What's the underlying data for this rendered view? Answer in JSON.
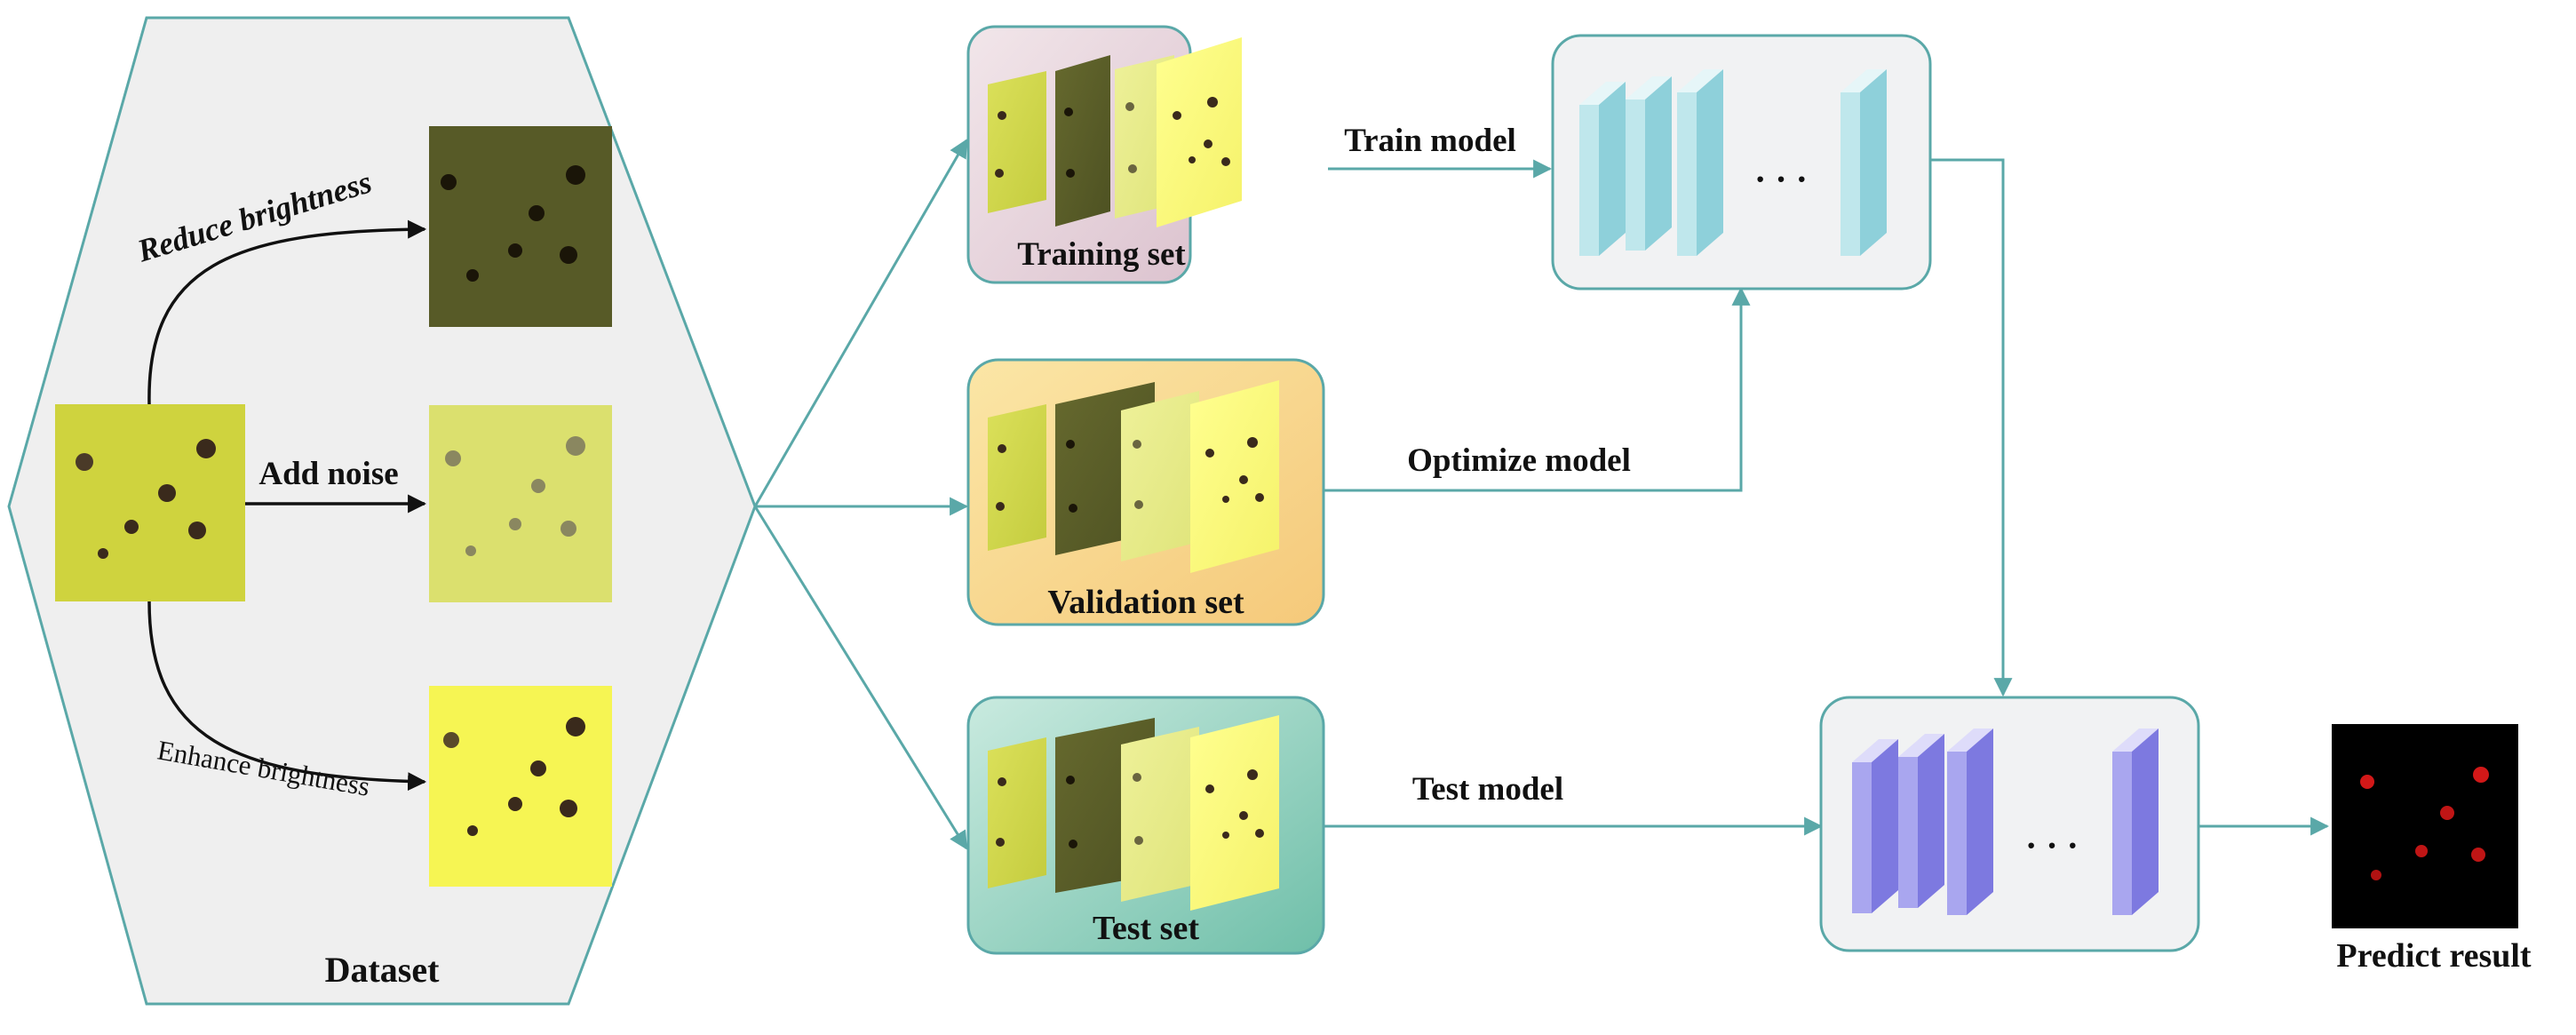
{
  "dataset": {
    "title": "Dataset",
    "augmentations": {
      "reduce": "Reduce brightness",
      "noise": "Add noise",
      "enhance": "Enhance brightness"
    }
  },
  "sets": {
    "training": "Training set",
    "validation": "Validation set",
    "test": "Test set"
  },
  "edges": {
    "train": "Train model",
    "optimize": "Optimize model",
    "test": "Test model"
  },
  "model": {
    "ellipsis": "· · ·"
  },
  "output": {
    "label": "Predict result"
  },
  "colors": {
    "flow_line": "#5aa8a8",
    "hexagon_fill": "#efefef",
    "training_box": "#ead9e0",
    "validation_box": "#f8d990",
    "test_box": "#86cbb8",
    "train_layer": "#bfe7ec",
    "test_layer": "#a9a6ef",
    "predict_bg": "#000000",
    "predict_spot": "#d21818"
  }
}
